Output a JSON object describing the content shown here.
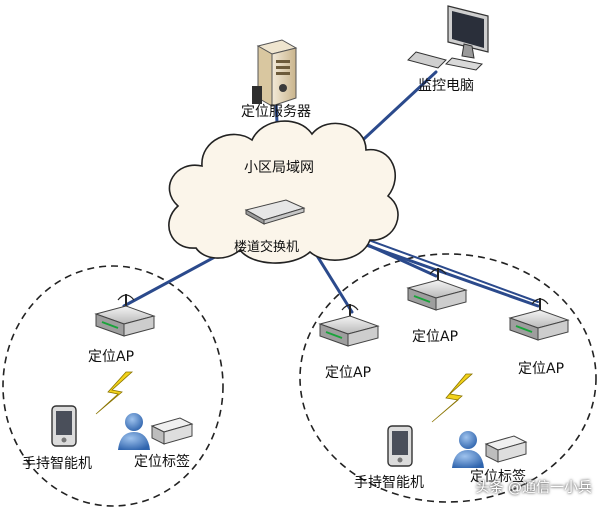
{
  "labels": {
    "server": "定位服务器",
    "monitor": "监控电脑",
    "lan": "小区局域网",
    "switch": "楼道交换机",
    "ap": "定位AP",
    "phone": "手持智能机",
    "tag": "定位标签"
  },
  "watermark": "头条 @通信一小兵",
  "colors": {
    "link": "#2b4a8c",
    "cloud_fill": "#fbf5ea",
    "cloud_stroke": "#222222",
    "dash": "#222222",
    "lightning": "#f2d21b"
  }
}
